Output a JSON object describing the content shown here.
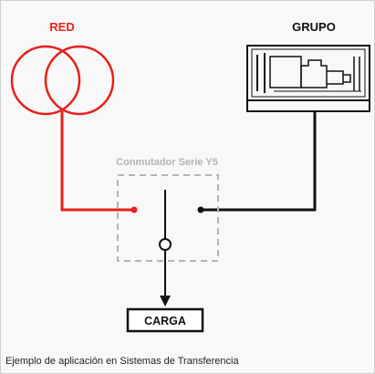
{
  "labels": {
    "network": "RED",
    "generator": "GRUPO",
    "switch": "Conmutador Serie Y5",
    "load": "CARGA"
  },
  "caption": "Ejemplo de aplicación en Sistemas de Transferencia",
  "colors": {
    "network": "#e8201b",
    "generator": "#111111",
    "switch": "#b4b4b4",
    "load": "#111111",
    "background": "#f8f8f8"
  },
  "icons": {
    "network": "transformer-icon",
    "generator": "generator-set-icon"
  }
}
